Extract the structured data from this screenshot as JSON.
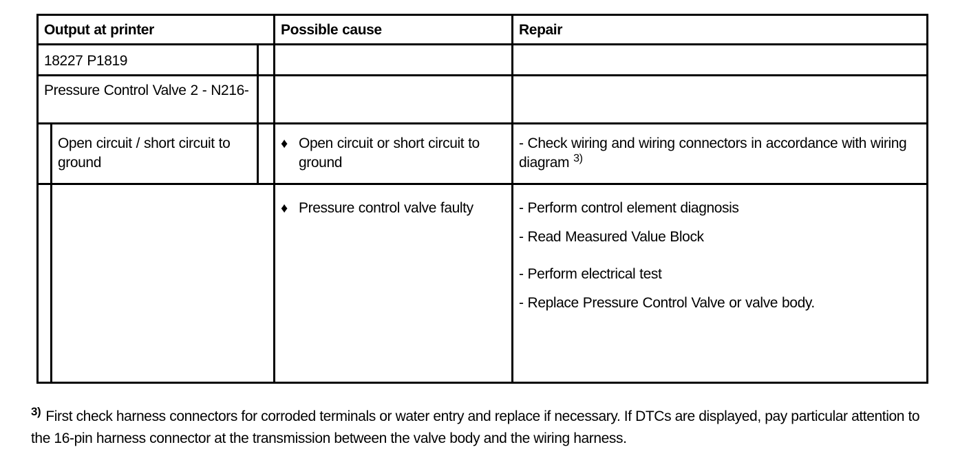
{
  "colors": {
    "background": "#ffffff",
    "text": "#000000",
    "table_border": "#000000"
  },
  "table": {
    "headers": {
      "output": "Output at printer",
      "cause": "Possible cause",
      "repair": "Repair"
    },
    "dtc_code": "18227 P1819",
    "component": "Pressure Control Valve 2 - N216-",
    "fault_rows": [
      {
        "output": "Open circuit / short circuit to ground",
        "cause_bullet": "♦",
        "cause": "Open circuit or short circuit to ground",
        "repair_text": "- Check wiring and wiring connectors in accordance with wiring diagram",
        "repair_footnote_ref": "3)"
      },
      {
        "cause_bullet": "♦",
        "cause": "Pressure control valve faulty",
        "repair_items": [
          "- Perform control element diagnosis",
          "- Read Measured Value Block",
          "- Perform electrical test",
          "- Replace Pressure Control Valve or valve body."
        ]
      }
    ]
  },
  "footnote": {
    "marker": "3)",
    "text": "First check harness connectors for corroded terminals or water entry and replace if necessary. If DTCs are displayed, pay particular attention to the 16-pin harness connector at the transmission between the valve body and the wiring harness."
  }
}
